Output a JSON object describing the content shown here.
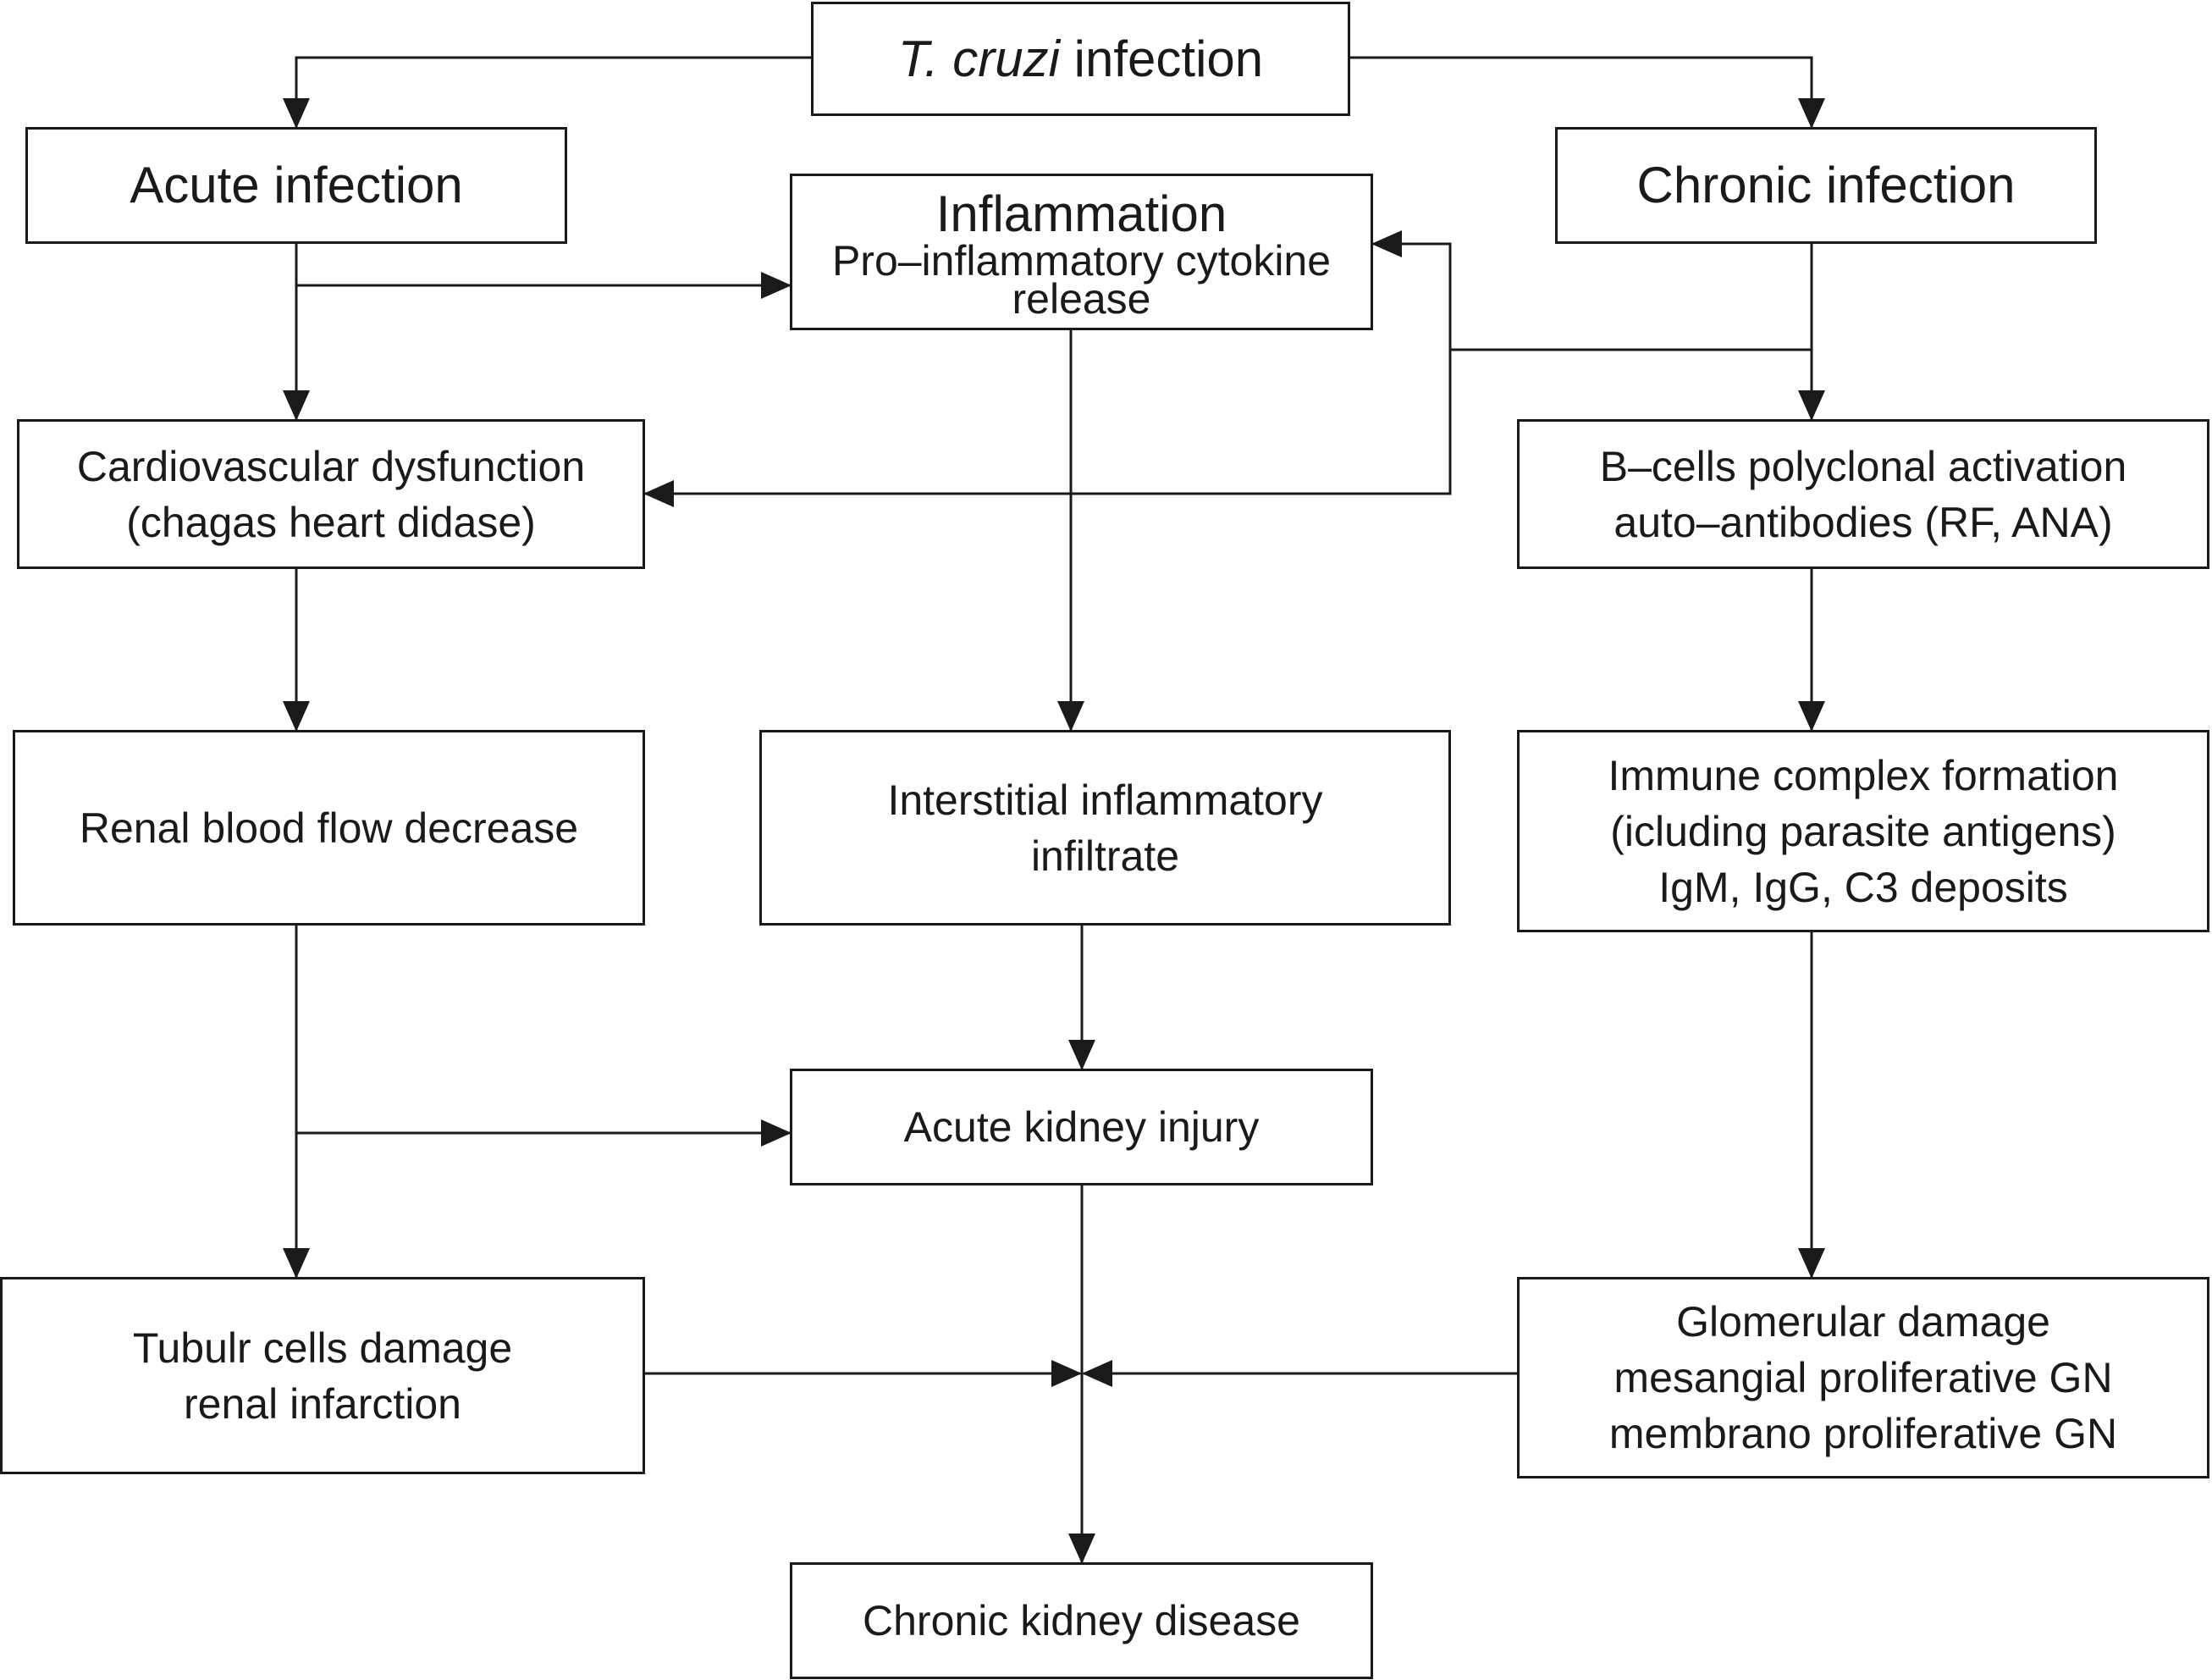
{
  "nodes": {
    "t_cruzi": {
      "italic": "T. cruzi",
      "rest": " infection"
    },
    "acute": "Acute infection",
    "chronic": "Chronic infection",
    "inflammation": {
      "title": "Inflammation",
      "line1": "Pro–inflammatory cytokine",
      "line2": "release"
    },
    "cardio": {
      "line1": "Cardiovascular dysfunction",
      "line2": "(chagas heart didase)"
    },
    "bcells": {
      "line1": "B–cells polyclonal activation",
      "line2": "auto–antibodies (RF, ANA)"
    },
    "renal_flow": "Renal blood flow decrease",
    "interstitial": {
      "line1": "Interstitial inflammatory",
      "line2": "infiltrate"
    },
    "immune": {
      "line1": "Immune complex formation",
      "line2": "(icluding parasite antigens)",
      "line3": "IgM, IgG, C3 deposits"
    },
    "aki": "Acute kidney injury",
    "tubular": {
      "line1": "Tubulr cells damage",
      "line2": "renal infarction"
    },
    "glomerular": {
      "line1": "Glomerular damage",
      "line2": "mesangial proliferative GN",
      "line3": "membrano proliferative GN"
    },
    "ckd": "Chronic kidney disease"
  },
  "edges": [
    {
      "from": "t_cruzi",
      "to": "acute"
    },
    {
      "from": "t_cruzi",
      "to": "chronic"
    },
    {
      "from": "acute",
      "to": "inflammation"
    },
    {
      "from": "acute",
      "to": "cardio"
    },
    {
      "from": "chronic",
      "to": "bcells"
    },
    {
      "from": "chronic",
      "to": "inflammation"
    },
    {
      "from": "chronic",
      "to": "cardio"
    },
    {
      "from": "inflammation",
      "to": "interstitial"
    },
    {
      "from": "cardio",
      "to": "renal_flow"
    },
    {
      "from": "bcells",
      "to": "immune"
    },
    {
      "from": "interstitial",
      "to": "aki"
    },
    {
      "from": "renal_flow",
      "to": "aki"
    },
    {
      "from": "renal_flow",
      "to": "tubular"
    },
    {
      "from": "immune",
      "to": "glomerular"
    },
    {
      "from": "tubular",
      "to": "ckd"
    },
    {
      "from": "glomerular",
      "to": "ckd"
    },
    {
      "from": "aki",
      "to": "ckd"
    }
  ]
}
